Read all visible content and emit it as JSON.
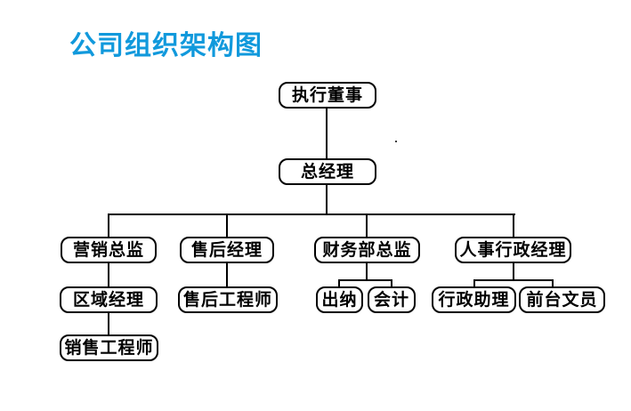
{
  "title": {
    "text": "公司组织架构图",
    "color": "#1199dc"
  },
  "org_chart": {
    "type": "org-tree",
    "node_border_color": "#000000",
    "node_background": "#ffffff",
    "connector_color": "#000000",
    "nodes": {
      "executive_director": "执行董事",
      "general_manager": "总经理",
      "marketing_director": "营销总监",
      "after_sales_manager": "售后经理",
      "finance_director": "财务部总监",
      "hr_admin_manager": "人事行政经理",
      "regional_manager": "区域经理",
      "after_sales_engineer": "售后工程师",
      "cashier": "出纳",
      "accountant": "会计",
      "admin_assistant": "行政助理",
      "front_desk_clerk": "前台文员",
      "sales_engineer": "销售工程师"
    },
    "hierarchy": [
      {
        "parent": "执行董事",
        "children": [
          "总经理"
        ]
      },
      {
        "parent": "总经理",
        "children": [
          "营销总监",
          "售后经理",
          "财务部总监",
          "人事行政经理"
        ]
      },
      {
        "parent": "营销总监",
        "children": [
          "区域经理"
        ]
      },
      {
        "parent": "区域经理",
        "children": [
          "销售工程师"
        ]
      },
      {
        "parent": "售后经理",
        "children": [
          "售后工程师"
        ]
      },
      {
        "parent": "财务部总监",
        "children": [
          "出纳",
          "会计"
        ]
      },
      {
        "parent": "人事行政经理",
        "children": [
          "行政助理",
          "前台文员"
        ]
      }
    ]
  }
}
